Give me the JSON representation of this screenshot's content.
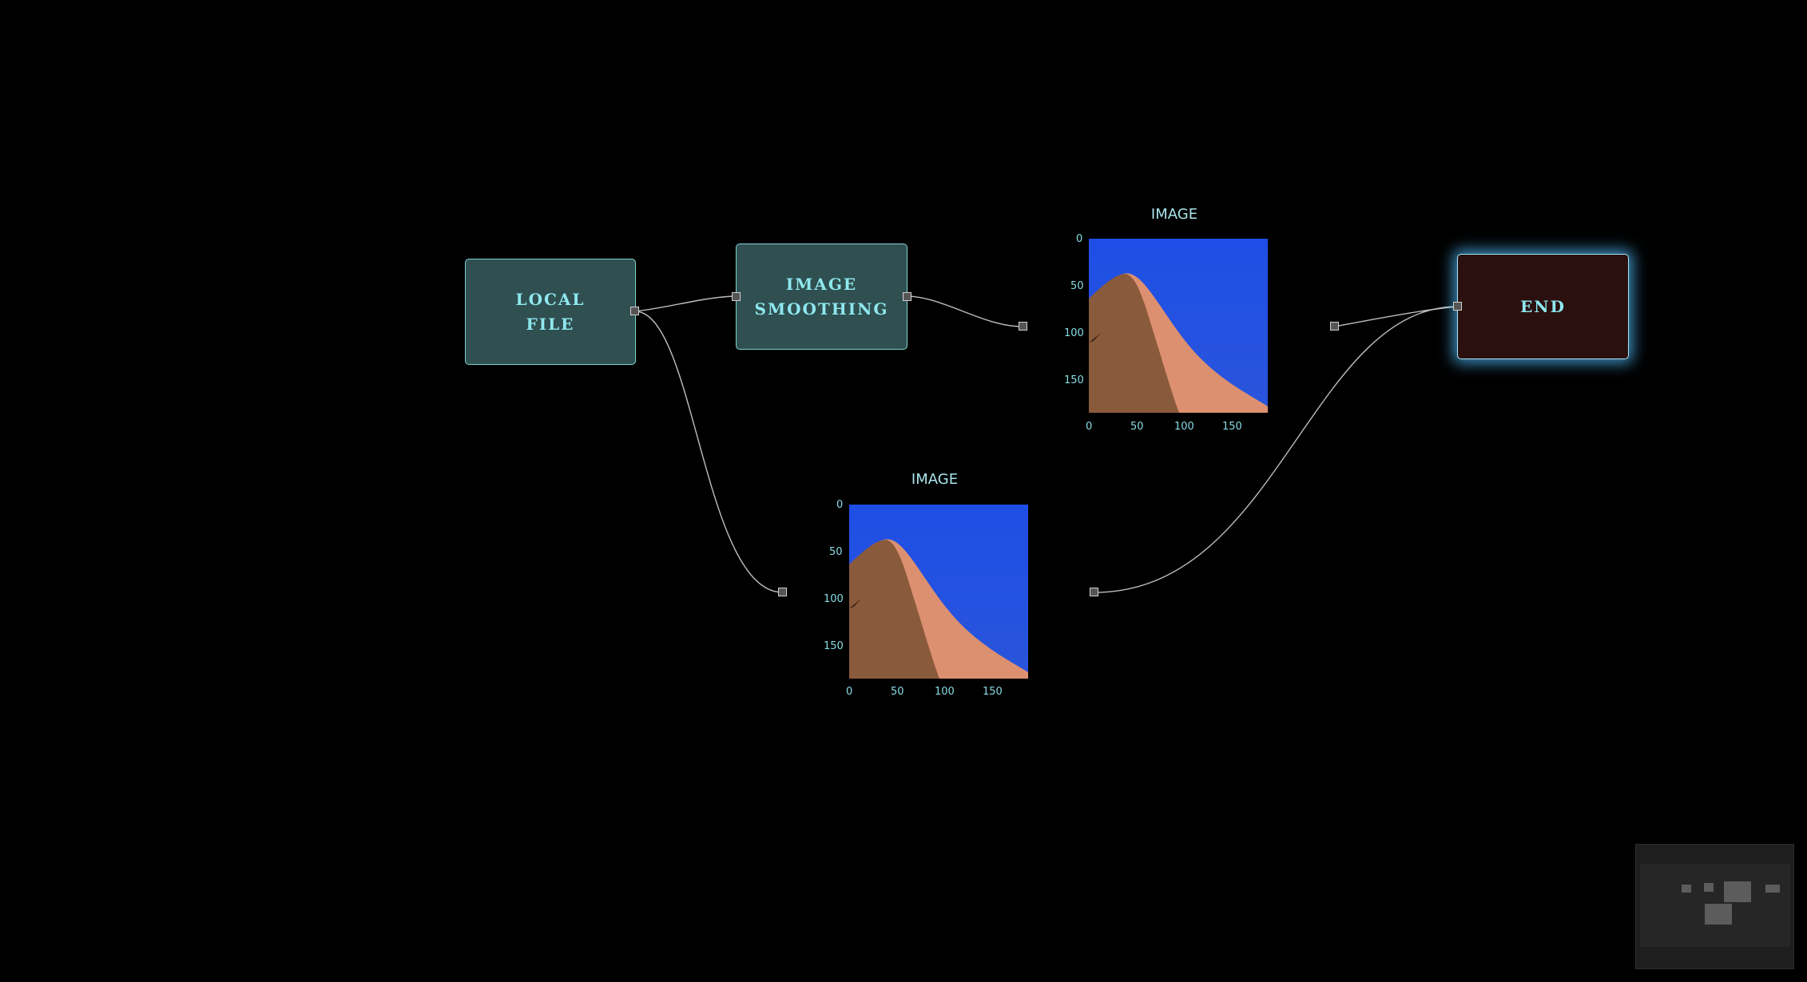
{
  "nodes": {
    "local_file": {
      "label": "LOCAL\nFILE"
    },
    "image_smoothing": {
      "label": "IMAGE\nSMOOTHING"
    },
    "end": {
      "label": "END"
    }
  },
  "viewers": {
    "top": {
      "title": "IMAGE",
      "x_ticks": [
        "0",
        "50",
        "100",
        "150"
      ],
      "y_ticks": [
        "0",
        "50",
        "100",
        "150"
      ]
    },
    "bottom": {
      "title": "IMAGE",
      "x_ticks": [
        "0",
        "50",
        "100",
        "150"
      ],
      "y_ticks": [
        "0",
        "50",
        "100",
        "150"
      ]
    }
  },
  "colors": {
    "operation_node": "#2f4f50",
    "end_node": "#2b1010",
    "label": "#8ee8ee",
    "image_sky": "#2352e0",
    "image_mountain_shadow": "#8b5a3a",
    "image_mountain_lit": "#dc9070"
  },
  "minimap": {
    "label": ""
  }
}
